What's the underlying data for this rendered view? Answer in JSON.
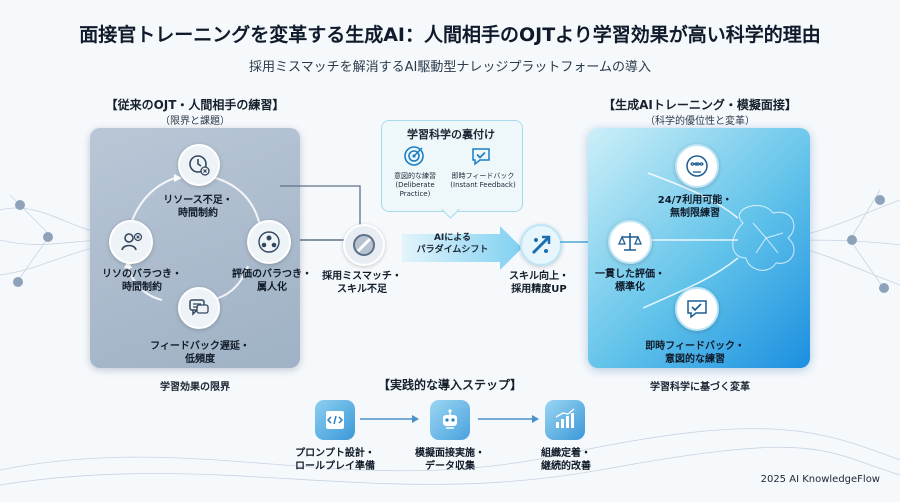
{
  "title": "面接官トレーニングを変革する生成AI：人間相手のOJTより学習効果が高い科学的理由",
  "subtitle": "採用ミスマッチを解消するAI駆動型ナレッジプラットフォームの導入",
  "left": {
    "heading": "【従来のOJT・人間相手の練習】",
    "sub": "（限界と課題）",
    "items": {
      "top": "リソース不足・\n時間制約",
      "left": "リソのバラつき・\n時間制約",
      "right": "評価のバラつき・\n属人化",
      "bottom": "フィードバック遅延・\n低頻度"
    },
    "caption": "学習効果の限界"
  },
  "problem_label": "採用ミスマッチ・\nスキル不足",
  "backing": {
    "title": "学習科学の裏付け",
    "item1": "意図的な練習\n(Deliberate\nPractice)",
    "item2": "即時フィードバック\n(Instant Feedback)"
  },
  "shift_label": "AIによる\nパラダイムシフト",
  "result_label": "スキル向上・\n採用精度UP",
  "right": {
    "heading": "【生成AIトレーニング・模擬面接】",
    "sub": "（科学的優位性と変革）",
    "items": {
      "top": "24/7利用可能・\n無制限練習",
      "left": "一貫した評価・\n標準化",
      "bottom": "即時フィードバック・\n意図的な練習"
    },
    "caption": "学習科学に基づく変革"
  },
  "steps": {
    "heading": "【実践的な導入ステップ】",
    "step1": "プロンプト設計・\nロールプレイ準備",
    "step2": "模擬面接実施・\nデータ収集",
    "step3": "組織定着・\n継続的改善"
  },
  "footer": "2025 AI KnowledgeFlow",
  "colors": {
    "accent": "#1b8fe0",
    "panel_gray": "#a9b9cb",
    "panel_blue": "#4db8ea"
  }
}
